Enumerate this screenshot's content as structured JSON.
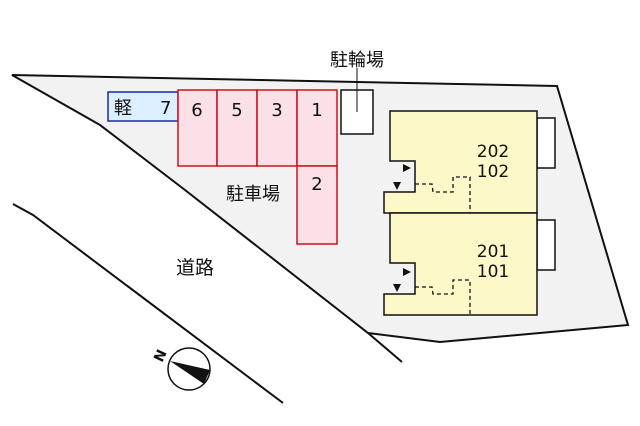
{
  "labels": {
    "bicycle_parking": "駐輪場",
    "parking": "駐車場",
    "road": "道路",
    "kei_prefix": "軽",
    "north": "N"
  },
  "parking_stalls": [
    {
      "label": "7",
      "type": "kei"
    },
    {
      "label": "6",
      "type": "standard"
    },
    {
      "label": "5",
      "type": "standard"
    },
    {
      "label": "3",
      "type": "standard"
    },
    {
      "label": "1",
      "type": "standard"
    },
    {
      "label": "2",
      "type": "standard"
    }
  ],
  "buildings": [
    {
      "upper_unit": "202",
      "lower_unit": "102"
    },
    {
      "upper_unit": "201",
      "lower_unit": "101"
    }
  ],
  "colors": {
    "lot_fill": "#f2f2f2",
    "stall_fill": "#fbe0e8",
    "stall_border": "#d0121b",
    "kei_fill": "#dcefff",
    "kei_border": "#1a2a9a",
    "building_fill": "#fcf8c8"
  }
}
